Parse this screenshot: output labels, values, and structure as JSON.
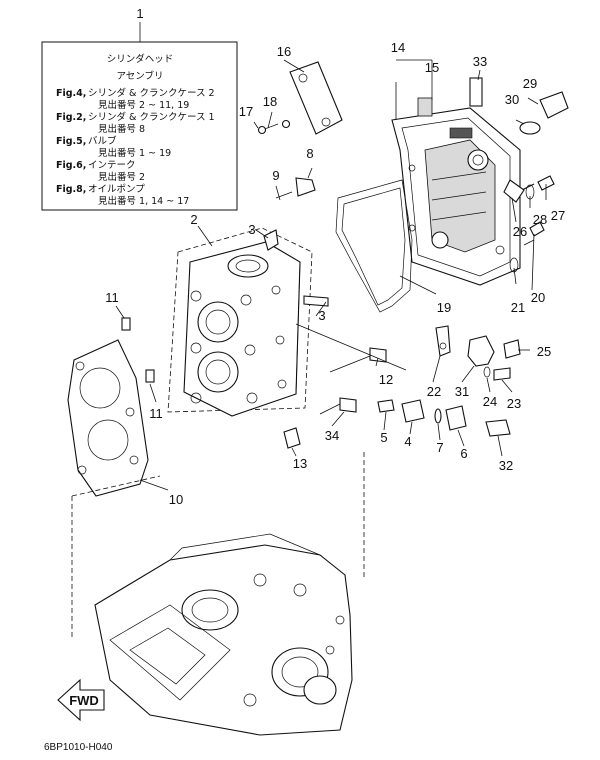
{
  "legend": {
    "title_line1": "シリンダヘッド",
    "title_line2": "アセンブリ",
    "refs": [
      {
        "fig": "Fig.4,",
        "desc": "シリンダ & クランクケース 2",
        "detail": "見出番号 2 ~ 11, 19"
      },
      {
        "fig": "Fig.2,",
        "desc": "シリンダ & クランクケース 1",
        "detail": "見出番号 8"
      },
      {
        "fig": "Fig.5,",
        "desc": "バルブ",
        "detail": "見出番号 1 ~ 19"
      },
      {
        "fig": "Fig.6,",
        "desc": "インテーク",
        "detail": "見出番号 2"
      },
      {
        "fig": "Fig.8,",
        "desc": "オイルポンプ",
        "detail": "見出番号 1, 14 ~ 17"
      }
    ]
  },
  "callouts": [
    "1",
    "2",
    "3",
    "3",
    "4",
    "5",
    "6",
    "7",
    "8",
    "9",
    "10",
    "11",
    "11",
    "12",
    "13",
    "14",
    "15",
    "16",
    "17",
    "18",
    "19",
    "20",
    "21",
    "22",
    "23",
    "24",
    "25",
    "26",
    "27",
    "28",
    "29",
    "30",
    "31",
    "32",
    "33",
    "34"
  ],
  "fwd_label": "FWD",
  "diagram_code": "6BP1010-H040"
}
